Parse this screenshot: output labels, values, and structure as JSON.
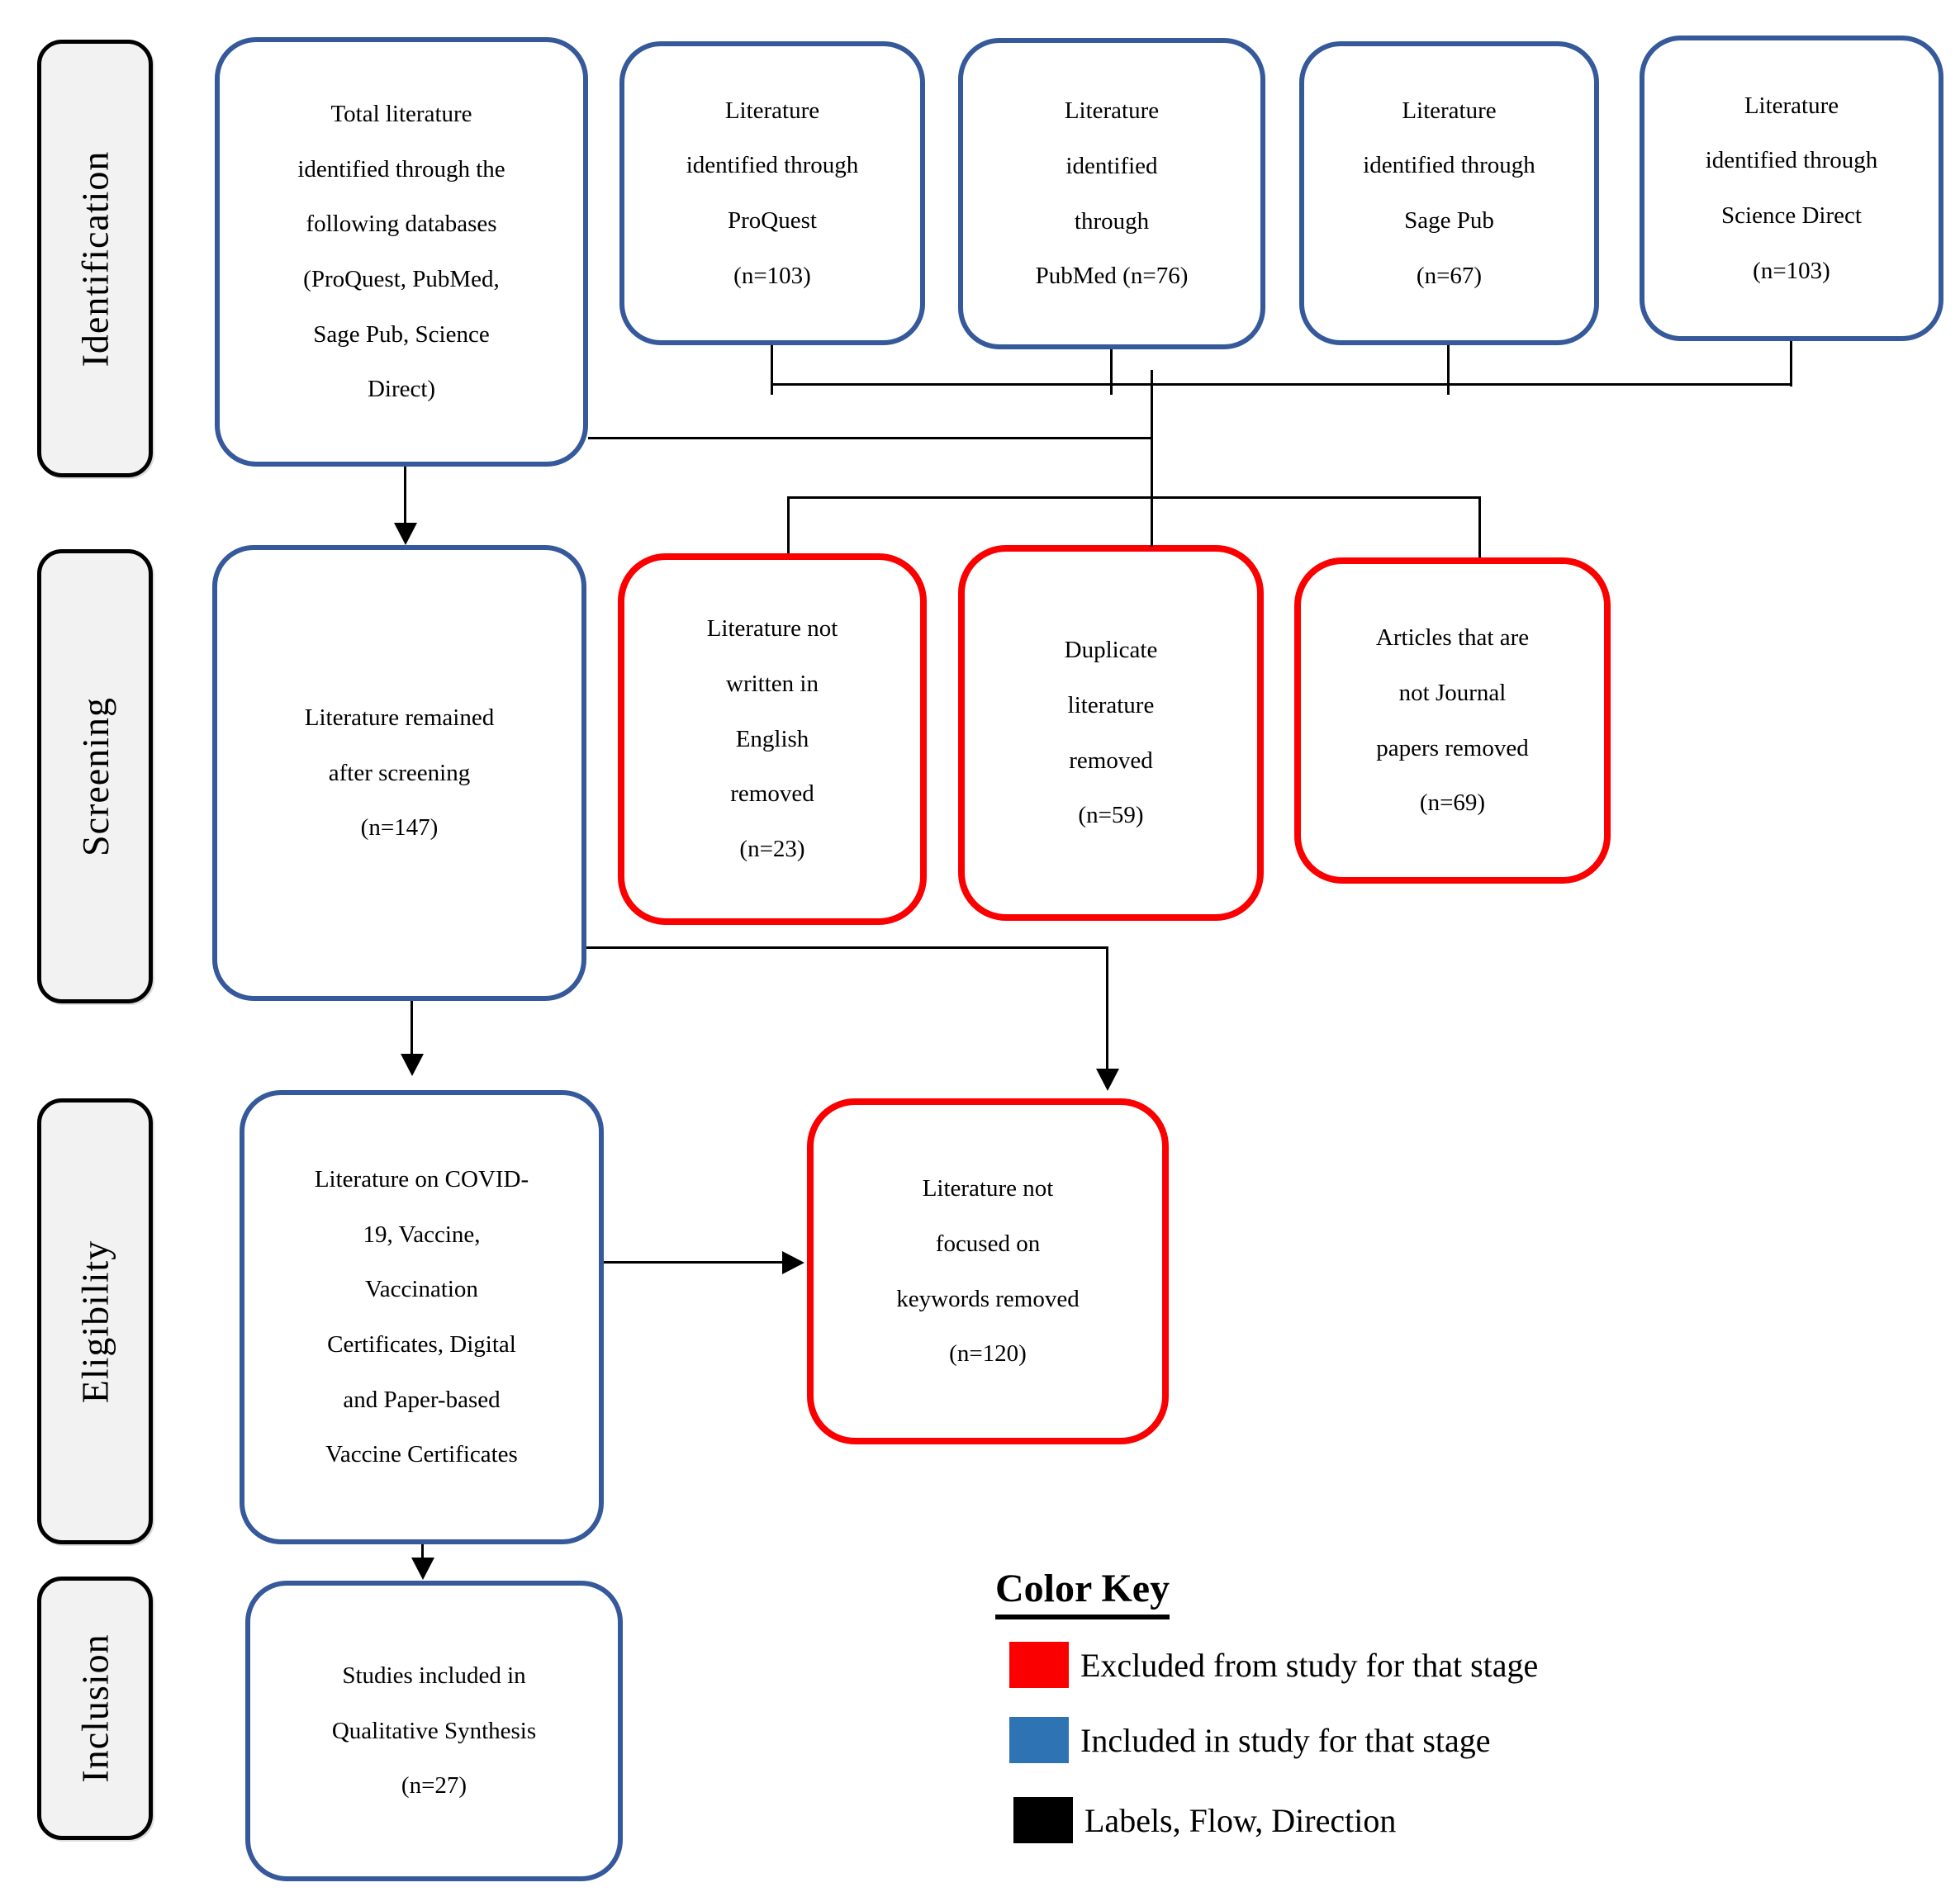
{
  "stages": [
    {
      "label": "Identification"
    },
    {
      "label": "Screening"
    },
    {
      "label": "Eligibility"
    },
    {
      "label": "Inclusion"
    }
  ],
  "boxes": {
    "total_literature": {
      "status": "included",
      "text": "Total literature\nidentified through the\nfollowing databases\n(ProQuest, PubMed,\nSage Pub, Science\nDirect)"
    },
    "proquest": {
      "status": "included",
      "text": "Literature\nidentified through\nProQuest\n(n=103)"
    },
    "pubmed": {
      "status": "included",
      "text": "Literature\nidentified\nthrough\nPubMed (n=76)"
    },
    "sage_pub": {
      "status": "included",
      "text": "Literature\nidentified through\nSage Pub\n(n=67)"
    },
    "science_direct": {
      "status": "included",
      "text": "Literature\nidentified through\nScience Direct\n(n=103)"
    },
    "after_screening": {
      "status": "included",
      "text": "Literature remained\nafter screening\n(n=147)"
    },
    "not_english": {
      "status": "excluded",
      "text": "Literature not\nwritten in\nEnglish\nremoved\n(n=23)"
    },
    "duplicates": {
      "status": "excluded",
      "text": "Duplicate\nliterature\nremoved\n(n=59)"
    },
    "not_journal": {
      "status": "excluded",
      "text": "Articles that are\nnot Journal\npapers removed\n(n=69)"
    },
    "eligibility_topic": {
      "status": "included",
      "text": "Literature on COVID-\n19, Vaccine,\nVaccination\nCertificates, Digital\nand Paper-based\nVaccine Certificates"
    },
    "not_keywords": {
      "status": "excluded",
      "text": "Literature not\nfocused on\nkeywords removed\n(n=120)"
    },
    "qualitative_synthesis": {
      "status": "included",
      "text": "Studies included in\nQualitative Synthesis\n(n=27)"
    }
  },
  "color_key": {
    "title": "Color Key",
    "entries": [
      {
        "label": "Excluded from study for that stage",
        "color": "#fb0000"
      },
      {
        "label": "Included in study for that stage",
        "color": "#2e74b5"
      },
      {
        "label": "Labels, Flow, Direction",
        "color": "#000000"
      }
    ]
  },
  "colors": {
    "included_border": "#35599a",
    "excluded_border": "#fb0000",
    "stage_fill": "#f2f2f2",
    "flow": "#000000"
  }
}
